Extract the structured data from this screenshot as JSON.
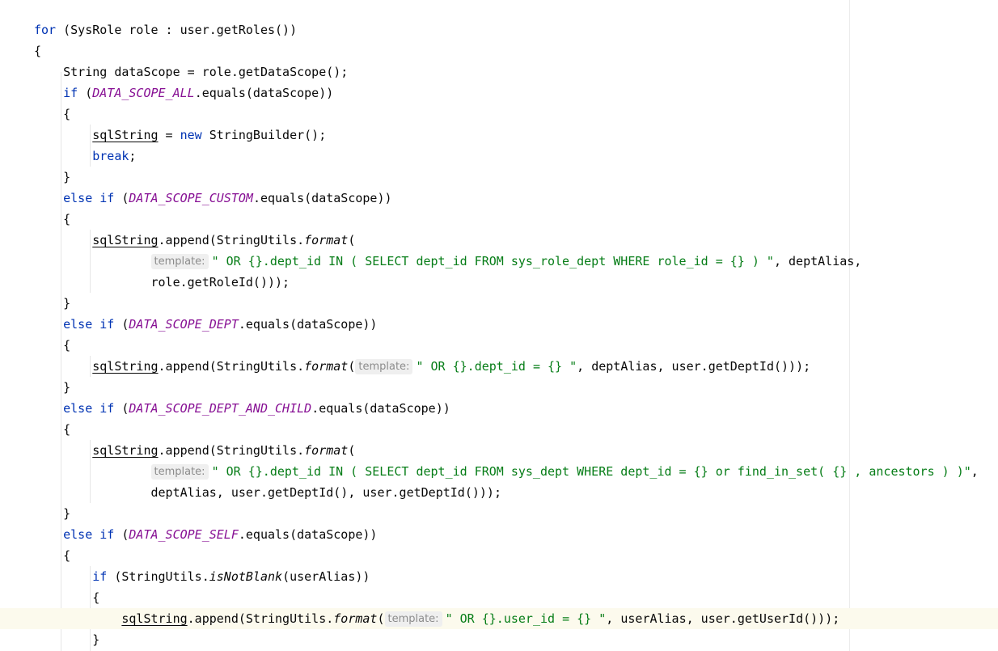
{
  "editor": {
    "lines": [
      [
        {
          "t": "for",
          "c": "kw"
        },
        {
          "t": " (SysRole role : user.getRoles())",
          "c": ""
        }
      ],
      [
        {
          "t": "{",
          "c": ""
        }
      ],
      [
        {
          "t": "    String dataScope = role.getDataScope();",
          "c": ""
        }
      ],
      [
        {
          "t": "    ",
          "c": ""
        },
        {
          "t": "if",
          "c": "kw"
        },
        {
          "t": " (",
          "c": ""
        },
        {
          "t": "DATA_SCOPE_ALL",
          "c": "const"
        },
        {
          "t": ".equals(dataScope))",
          "c": ""
        }
      ],
      [
        {
          "t": "    {",
          "c": ""
        }
      ],
      [
        {
          "t": "        ",
          "c": ""
        },
        {
          "t": "sqlString",
          "c": "field"
        },
        {
          "t": " = ",
          "c": ""
        },
        {
          "t": "new",
          "c": "kw"
        },
        {
          "t": " StringBuilder();",
          "c": ""
        }
      ],
      [
        {
          "t": "        ",
          "c": ""
        },
        {
          "t": "break",
          "c": "kw"
        },
        {
          "t": ";",
          "c": ""
        }
      ],
      [
        {
          "t": "    }",
          "c": ""
        }
      ],
      [
        {
          "t": "    ",
          "c": ""
        },
        {
          "t": "else if",
          "c": "kw"
        },
        {
          "t": " (",
          "c": ""
        },
        {
          "t": "DATA_SCOPE_CUSTOM",
          "c": "const"
        },
        {
          "t": ".equals(dataScope))",
          "c": ""
        }
      ],
      [
        {
          "t": "    {",
          "c": ""
        }
      ],
      [
        {
          "t": "        ",
          "c": ""
        },
        {
          "t": "sqlString",
          "c": "field"
        },
        {
          "t": ".append(StringUtils.",
          "c": ""
        },
        {
          "t": "format",
          "c": "static"
        },
        {
          "t": "(",
          "c": ""
        }
      ],
      [
        {
          "t": "                ",
          "c": ""
        },
        {
          "t": "template:",
          "c": "hint"
        },
        {
          "t": "\" OR {}.dept_id IN ( SELECT dept_id FROM sys_role_dept WHERE role_id = {} ) \"",
          "c": "str"
        },
        {
          "t": ", deptAlias,",
          "c": ""
        }
      ],
      [
        {
          "t": "                role.getRoleId()));",
          "c": ""
        }
      ],
      [
        {
          "t": "    }",
          "c": ""
        }
      ],
      [
        {
          "t": "    ",
          "c": ""
        },
        {
          "t": "else if",
          "c": "kw"
        },
        {
          "t": " (",
          "c": ""
        },
        {
          "t": "DATA_SCOPE_DEPT",
          "c": "const"
        },
        {
          "t": ".equals(dataScope))",
          "c": ""
        }
      ],
      [
        {
          "t": "    {",
          "c": ""
        }
      ],
      [
        {
          "t": "        ",
          "c": ""
        },
        {
          "t": "sqlString",
          "c": "field"
        },
        {
          "t": ".append(StringUtils.",
          "c": ""
        },
        {
          "t": "format",
          "c": "static"
        },
        {
          "t": "(",
          "c": ""
        },
        {
          "t": "template:",
          "c": "hint"
        },
        {
          "t": "\" OR {}.dept_id = {} \"",
          "c": "str"
        },
        {
          "t": ", deptAlias, user.getDeptId()));",
          "c": ""
        }
      ],
      [
        {
          "t": "    }",
          "c": ""
        }
      ],
      [
        {
          "t": "    ",
          "c": ""
        },
        {
          "t": "else if",
          "c": "kw"
        },
        {
          "t": " (",
          "c": ""
        },
        {
          "t": "DATA_SCOPE_DEPT_AND_CHILD",
          "c": "const"
        },
        {
          "t": ".equals(dataScope))",
          "c": ""
        }
      ],
      [
        {
          "t": "    {",
          "c": ""
        }
      ],
      [
        {
          "t": "        ",
          "c": ""
        },
        {
          "t": "sqlString",
          "c": "field"
        },
        {
          "t": ".append(StringUtils.",
          "c": ""
        },
        {
          "t": "format",
          "c": "static"
        },
        {
          "t": "(",
          "c": ""
        }
      ],
      [
        {
          "t": "                ",
          "c": ""
        },
        {
          "t": "template:",
          "c": "hint"
        },
        {
          "t": "\" OR {}.dept_id IN ( SELECT dept_id FROM sys_dept WHERE dept_id = {} or find_in_set( {} , ancestors ) )\"",
          "c": "str"
        },
        {
          "t": ",",
          "c": ""
        }
      ],
      [
        {
          "t": "                deptAlias, user.getDeptId(), user.getDeptId()));",
          "c": ""
        }
      ],
      [
        {
          "t": "    }",
          "c": ""
        }
      ],
      [
        {
          "t": "    ",
          "c": ""
        },
        {
          "t": "else if",
          "c": "kw"
        },
        {
          "t": " (",
          "c": ""
        },
        {
          "t": "DATA_SCOPE_SELF",
          "c": "const"
        },
        {
          "t": ".equals(dataScope))",
          "c": ""
        }
      ],
      [
        {
          "t": "    {",
          "c": ""
        }
      ],
      [
        {
          "t": "        ",
          "c": ""
        },
        {
          "t": "if",
          "c": "kw"
        },
        {
          "t": " (StringUtils.",
          "c": ""
        },
        {
          "t": "isNotBlank",
          "c": "static"
        },
        {
          "t": "(userAlias))",
          "c": ""
        }
      ],
      [
        {
          "t": "        {",
          "c": ""
        }
      ],
      [
        {
          "t": "            ",
          "c": ""
        },
        {
          "t": "sqlString",
          "c": "field"
        },
        {
          "t": ".append(StringUtils.",
          "c": ""
        },
        {
          "t": "format",
          "c": "static"
        },
        {
          "t": "(",
          "c": ""
        },
        {
          "t": "template:",
          "c": "hint"
        },
        {
          "t": "\" OR {}.user_id = {} \"",
          "c": "str"
        },
        {
          "t": ", userAlias, user.getUserId()));",
          "c": ""
        }
      ],
      [
        {
          "t": "        }",
          "c": ""
        }
      ]
    ],
    "current_line": 28
  },
  "colors": {
    "background": "#ffffff",
    "keyword": "#0033b3",
    "constant": "#871094",
    "string": "#067d17",
    "text": "#080808",
    "hint_text": "#8c8c8c",
    "hint_bg": "#efefef",
    "current_line_bg": "#fcfaed",
    "margin_line": "#ebebeb"
  }
}
